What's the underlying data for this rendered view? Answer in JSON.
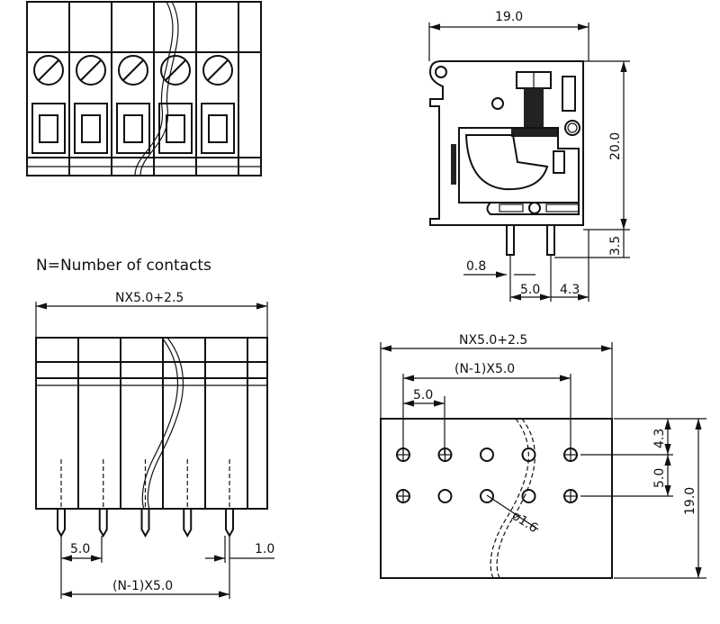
{
  "legend": "N=Number of contacts",
  "front_view": {
    "contacts": 5
  },
  "side_view": {
    "width": "19.0",
    "height": "20.0",
    "pin_length": "3.5",
    "pin_thickness": "0.8",
    "pin_spacing": "5.0",
    "pin_offset": "4.3"
  },
  "top_view": {
    "overall_length": "NX5.0+2.5",
    "pitch": "5.0",
    "pin_thickness": "1.0",
    "span": "(N-1)X5.0"
  },
  "pcb_layout": {
    "overall_length": "NX5.0+2.5",
    "span": "(N-1)X5.0",
    "pitch": "5.0",
    "row_offset": "4.3",
    "row_spacing": "5.0",
    "width": "19.0",
    "hole_diameter": "ø1.6"
  }
}
